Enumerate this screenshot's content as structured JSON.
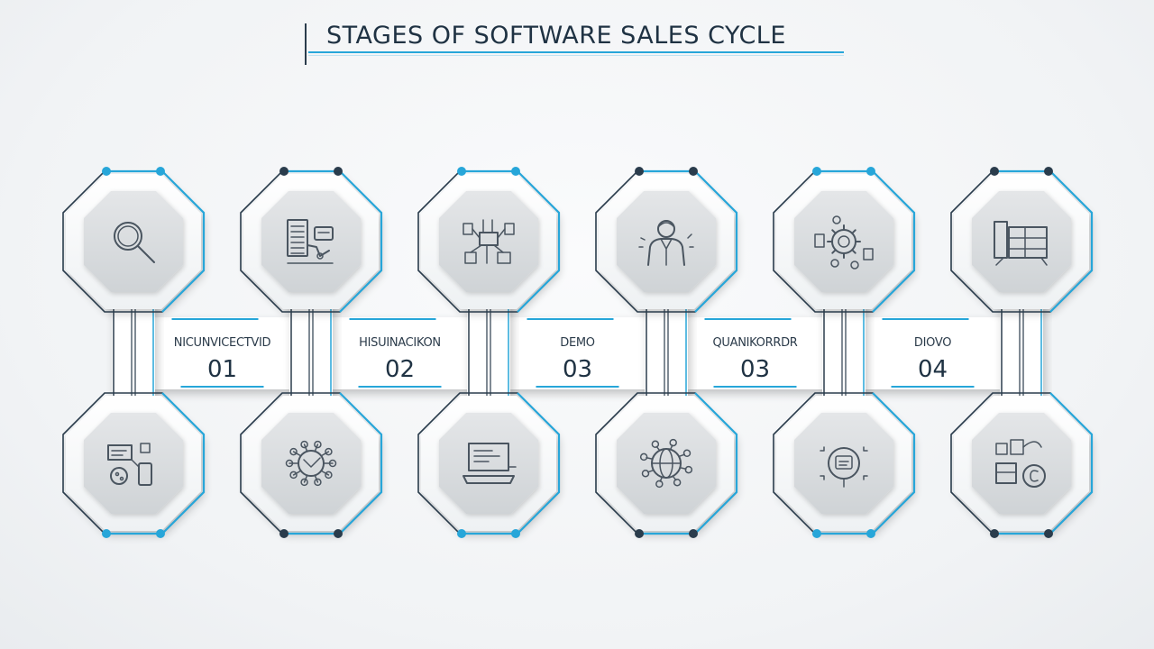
{
  "title": "STAGES OF SOFTWARE SALES CYCLE",
  "colors": {
    "accent": "#27a6d9",
    "dark": "#2a3c4c",
    "frame": "#ffffff",
    "icon_bg": "#d9dcdf"
  },
  "stages": [
    {
      "label": "NICUNVICECTVID",
      "number": "01",
      "top_icon": "magnifier-icon",
      "bottom_icon": "presentation-icon"
    },
    {
      "label": "HISUINACIKON",
      "number": "02",
      "top_icon": "document-icon",
      "bottom_icon": "network-icon"
    },
    {
      "label": "DEMO",
      "number": "03",
      "top_icon": "circuit-icon",
      "bottom_icon": "laptop-icon"
    },
    {
      "label": "QUANIKORRDR",
      "number": "03",
      "top_icon": "person-icon",
      "bottom_icon": "globe-icon"
    },
    {
      "label": "DIOVO",
      "number": "04",
      "top_icon": "gear-icon",
      "bottom_icon": "target-icon"
    },
    {
      "label": "",
      "number": "",
      "top_icon": "cabinet-icon",
      "bottom_icon": "money-icon"
    }
  ]
}
